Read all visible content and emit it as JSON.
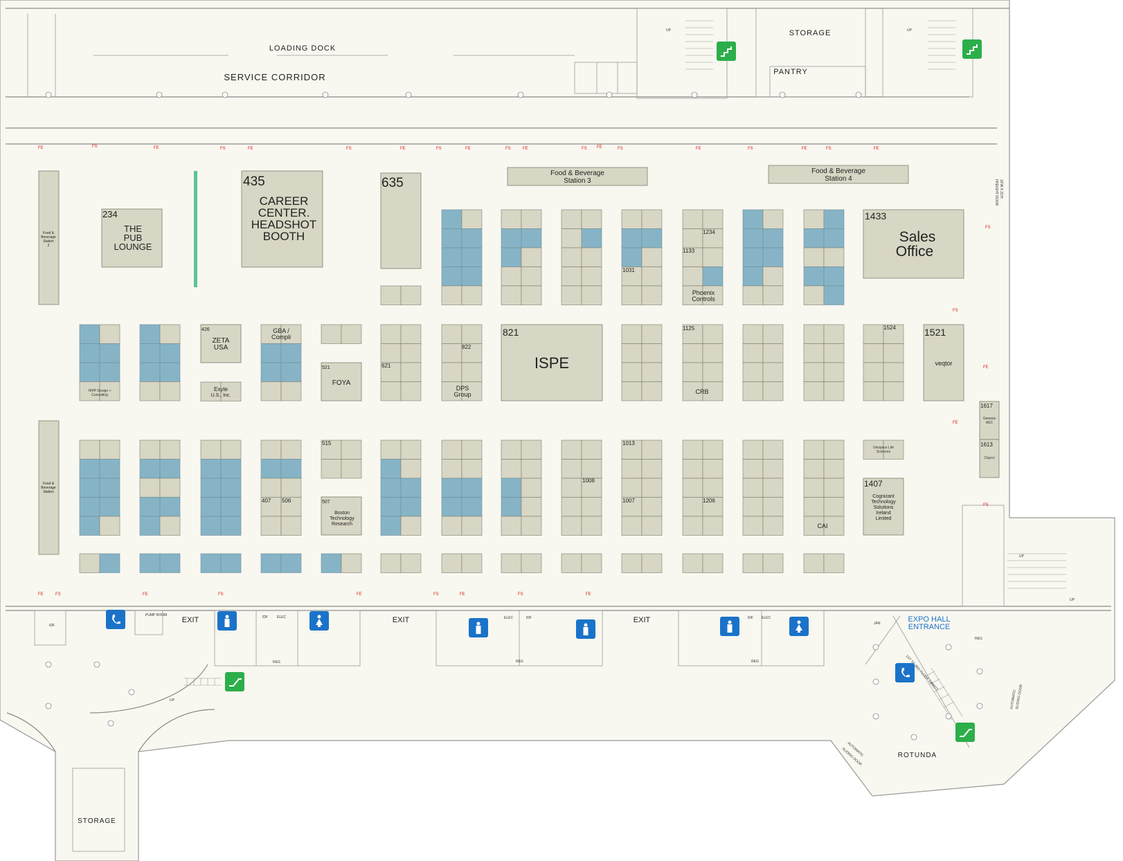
{
  "title_labels": {
    "loading_dock": "LOADING DOCK",
    "service_corridor": "SERVICE CORRIDOR",
    "storage_top": "STORAGE",
    "pantry": "PANTRY",
    "storage_bottom": "STORAGE",
    "rotunda": "ROTUNDA",
    "expo_entrance_1": "EXPO HALL",
    "expo_entrance_2": "ENTRANCE",
    "freight_door": "FREIGHT DOOR",
    "freight_door_size": "16'W X 21'H",
    "auto_door_1": "AUTOMATIC",
    "auto_door_1b": "SLIDING DOOR",
    "auto_door_2": "AUTOMATIC",
    "auto_door_2b": "SLIDING DOOR",
    "escalator_text": "1ST TO 3RD FLOOR DIRECT",
    "up": "UP",
    "idf": "IDF",
    "elec": "ELEC",
    "reg": "REG",
    "jan": "JAN",
    "pump_room": "PUMP ROOM",
    "exit": "EXIT"
  },
  "fnb_stations": [
    {
      "line1": "Food & Beverage",
      "line2": "Station 3"
    },
    {
      "line1": "Food & Beverage",
      "line2": "Station 4"
    },
    {
      "line1": "Food &",
      "line2": "Beverage",
      "line3": "Station",
      "line4": "2"
    },
    {
      "line1": "Food &",
      "line2": "Beverage",
      "line3": "Station",
      "line4": ""
    }
  ],
  "large_booths": [
    {
      "number": "234",
      "name_lines": [
        "THE",
        "PUB",
        "LOUNGE"
      ]
    },
    {
      "number": "435",
      "name_lines": [
        "CAREER",
        "CENTER.",
        "HEADSHOT",
        "BOOTH"
      ]
    },
    {
      "number": "635",
      "name_lines": []
    },
    {
      "number": "1433",
      "name_lines": [
        "Sales",
        "Office"
      ]
    },
    {
      "number": "821",
      "name_lines": [
        "ISPE"
      ]
    },
    {
      "number": "1521",
      "name_lines": [
        "veqtor"
      ]
    },
    {
      "number": "426",
      "name_lines": [
        "ZETA",
        "USA"
      ]
    },
    {
      "number": "521",
      "name_lines": [
        "FOYA"
      ]
    },
    {
      "number": "507",
      "name_lines": [
        "Boston",
        "Technology",
        "Research"
      ]
    },
    {
      "number": "1407",
      "name_lines": [
        "Cognizant",
        "Technology",
        "Solutions",
        "Ireland",
        "Limited"
      ]
    },
    {
      "number": "1617",
      "name_lines": [
        "Genesis",
        "AEC"
      ]
    },
    {
      "number": "1613",
      "name_lines": [
        "Clayco"
      ]
    }
  ],
  "booth_labels": {
    "gba": [
      "GBA /",
      "Compli"
    ],
    "exyte": [
      "Exyte",
      "U.S., Inc."
    ],
    "hipp": [
      "HIPP Design +",
      "Consulting"
    ],
    "dps": [
      "DPS",
      "Group"
    ],
    "crb": "CRB",
    "phoenix": [
      "Phoenix",
      "Controls"
    ],
    "cai": "CAI",
    "n1133": "1133",
    "n1234": "1234",
    "n1031": "1031",
    "n1125": "1125",
    "n1524": "1524",
    "n822": "822",
    "n621": "621",
    "n515": "515",
    "n407": "407",
    "n506": "506",
    "n1013": "1013",
    "n1008": "1008",
    "n1007": "1007",
    "n1206": "1206",
    "unispace": [
      "Unispace Life",
      "Sciences"
    ]
  },
  "icons": {
    "stairs": "stairs-icon",
    "phone": "phone-icon",
    "men": "restroom-men-icon",
    "women": "restroom-women-icon",
    "escalator": "escalator-icon"
  },
  "colors": {
    "booth": "#d8d6c4",
    "booth_blue": "#86b4c6",
    "floor": "#f8f7f0",
    "accent_green": "#2cae4a",
    "accent_blue": "#1a73c9",
    "fire_red": "#d22222"
  }
}
